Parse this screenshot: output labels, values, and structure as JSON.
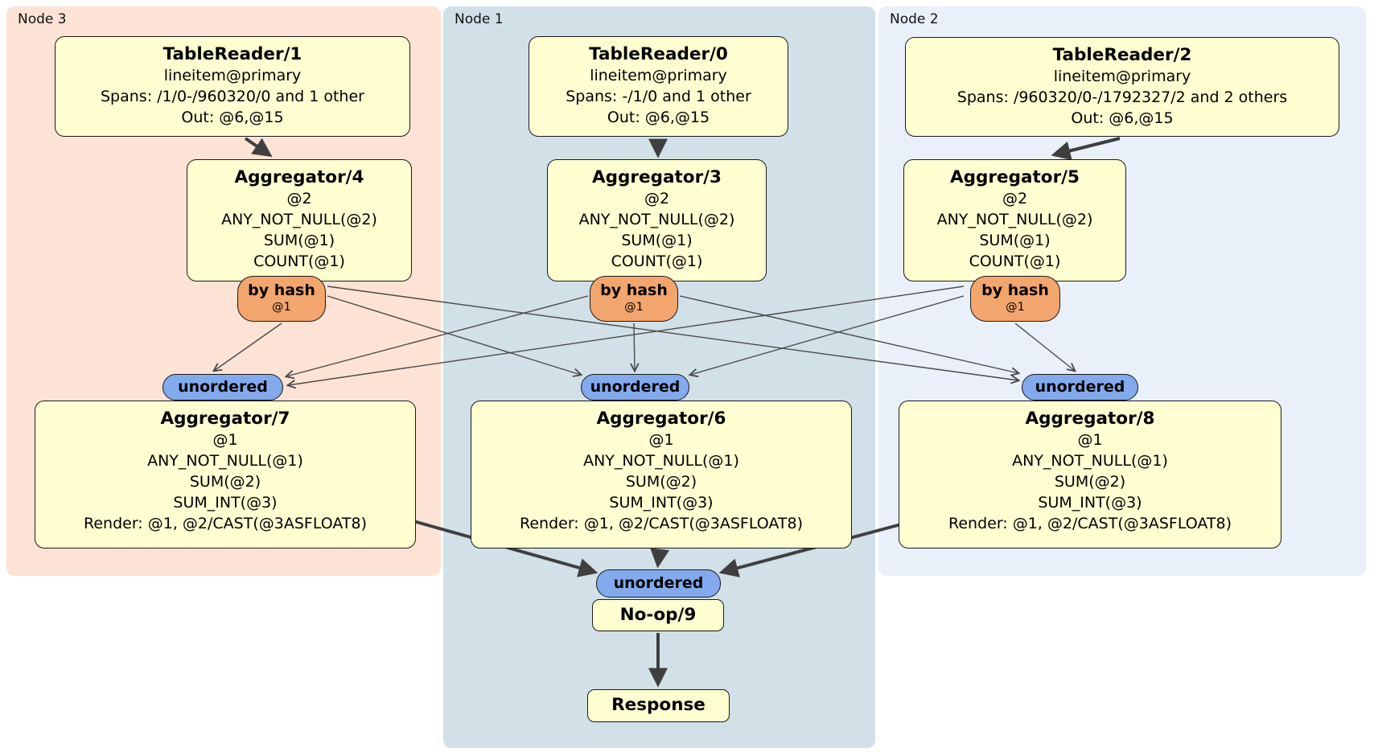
{
  "regions": [
    {
      "id": "node3",
      "label": "Node 3"
    },
    {
      "id": "node1",
      "label": "Node 1"
    },
    {
      "id": "node2",
      "label": "Node 2"
    }
  ],
  "boxes": {
    "tr1": {
      "title": "TableReader/1",
      "lines": [
        "lineitem@primary",
        "Spans: /1/0-/960320/0 and 1 other",
        "Out: @6,@15"
      ]
    },
    "tr0": {
      "title": "TableReader/0",
      "lines": [
        "lineitem@primary",
        "Spans: -/1/0 and 1 other",
        "Out: @6,@15"
      ]
    },
    "tr2": {
      "title": "TableReader/2",
      "lines": [
        "lineitem@primary",
        "Spans: /960320/0-/1792327/2 and 2 others",
        "Out: @6,@15"
      ]
    },
    "agg4": {
      "title": "Aggregator/4",
      "lines": [
        "@2",
        "ANY_NOT_NULL(@2)",
        "SUM(@1)",
        "COUNT(@1)"
      ]
    },
    "agg3": {
      "title": "Aggregator/3",
      "lines": [
        "@2",
        "ANY_NOT_NULL(@2)",
        "SUM(@1)",
        "COUNT(@1)"
      ]
    },
    "agg5": {
      "title": "Aggregator/5",
      "lines": [
        "@2",
        "ANY_NOT_NULL(@2)",
        "SUM(@1)",
        "COUNT(@1)"
      ]
    },
    "agg7": {
      "title": "Aggregator/7",
      "lines": [
        "@1",
        "ANY_NOT_NULL(@1)",
        "SUM(@2)",
        "SUM_INT(@3)",
        "Render: @1, @2/CAST(@3ASFLOAT8)"
      ]
    },
    "agg6": {
      "title": "Aggregator/6",
      "lines": [
        "@1",
        "ANY_NOT_NULL(@1)",
        "SUM(@2)",
        "SUM_INT(@3)",
        "Render: @1, @2/CAST(@3ASFLOAT8)"
      ]
    },
    "agg8": {
      "title": "Aggregator/8",
      "lines": [
        "@1",
        "ANY_NOT_NULL(@1)",
        "SUM(@2)",
        "SUM_INT(@3)",
        "Render: @1, @2/CAST(@3ASFLOAT8)"
      ]
    },
    "noop": {
      "title": "No-op/9"
    },
    "response": {
      "title": "Response"
    }
  },
  "pills": {
    "byhash": {
      "label": "by hash",
      "sub": "@1"
    },
    "unordered": {
      "label": "unordered"
    }
  },
  "colors": {
    "node3-bg": "#fce3d5",
    "node1-bg": "#d2e0e8",
    "node2-bg": "#eaf0fa",
    "box-bg": "#ffffd2",
    "byhash-bg": "#f3a56e",
    "unordered-bg": "#82aaed",
    "arrow": "#3f3f3f"
  }
}
